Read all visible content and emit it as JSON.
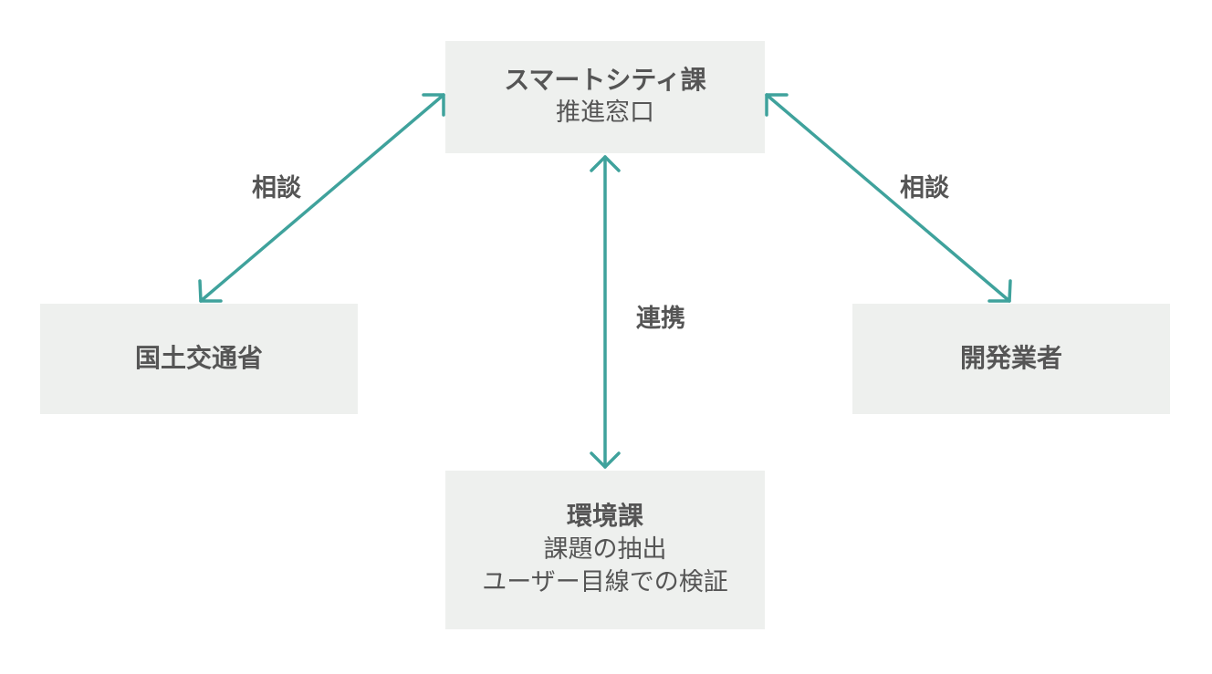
{
  "colors": {
    "arrow": "#3fa29c",
    "box_fill": "#eef0ee",
    "text": "#555555"
  },
  "nodes": {
    "smart_city": {
      "title": "スマートシティ課",
      "subtitle": "推進窓口"
    },
    "mlit": {
      "title": "国土交通省"
    },
    "developer": {
      "title": "開発業者"
    },
    "environment": {
      "title": "環境課",
      "line1": "課題の抽出",
      "line2": "ユーザー目線での検証"
    }
  },
  "edges": {
    "left_label": "相談",
    "right_label": "相談",
    "center_label": "連携"
  }
}
